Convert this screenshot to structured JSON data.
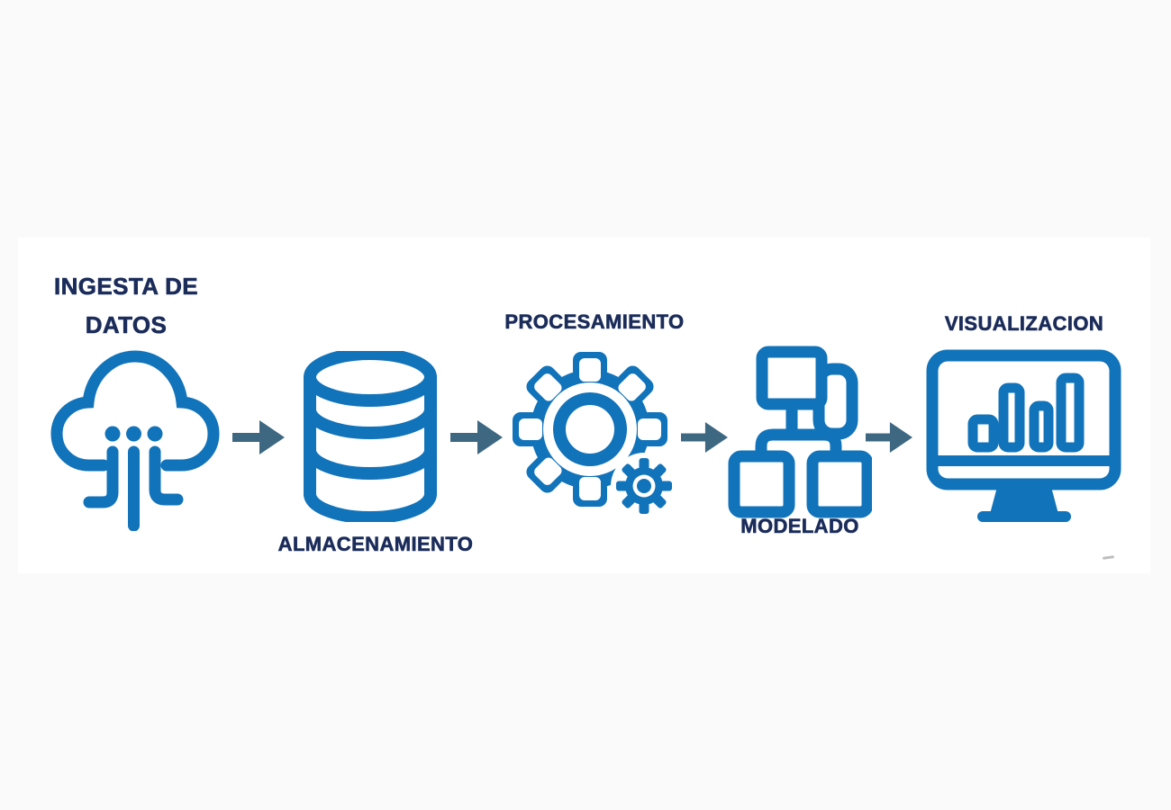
{
  "diagram": {
    "title": "Data pipeline flow (Spanish labels)",
    "type": "process-flow",
    "direction": "left-to-right"
  },
  "colors": {
    "page_bg": "#fafafa",
    "panel_bg": "#ffffff",
    "icon_blue": "#1173ba",
    "label_navy": "#1b2c5a",
    "arrow_slate": "#3e6882"
  },
  "pipeline": {
    "stages": [
      {
        "id": "ingesta",
        "label": "INGESTA DE DATOS",
        "label_lines": [
          "INGESTA DE",
          "DATOS"
        ],
        "label_position": "above",
        "icon": "cloud-data-ingestion-icon"
      },
      {
        "id": "almacenamiento",
        "label": "ALMACENAMIENTO",
        "label_position": "below",
        "icon": "database-cylinder-icon"
      },
      {
        "id": "procesamiento",
        "label": "PROCESAMIENTO",
        "label_position": "above",
        "icon": "gears-icon"
      },
      {
        "id": "modelado",
        "label": "MODELADO",
        "label_position": "below",
        "icon": "sitemap-hierarchy-icon"
      },
      {
        "id": "visualizacion",
        "label": "VISUALIZACION",
        "label_position": "above",
        "icon": "monitor-bar-chart-icon"
      }
    ],
    "connector_icon": "flow-arrow-icon",
    "connector_count": 4
  }
}
